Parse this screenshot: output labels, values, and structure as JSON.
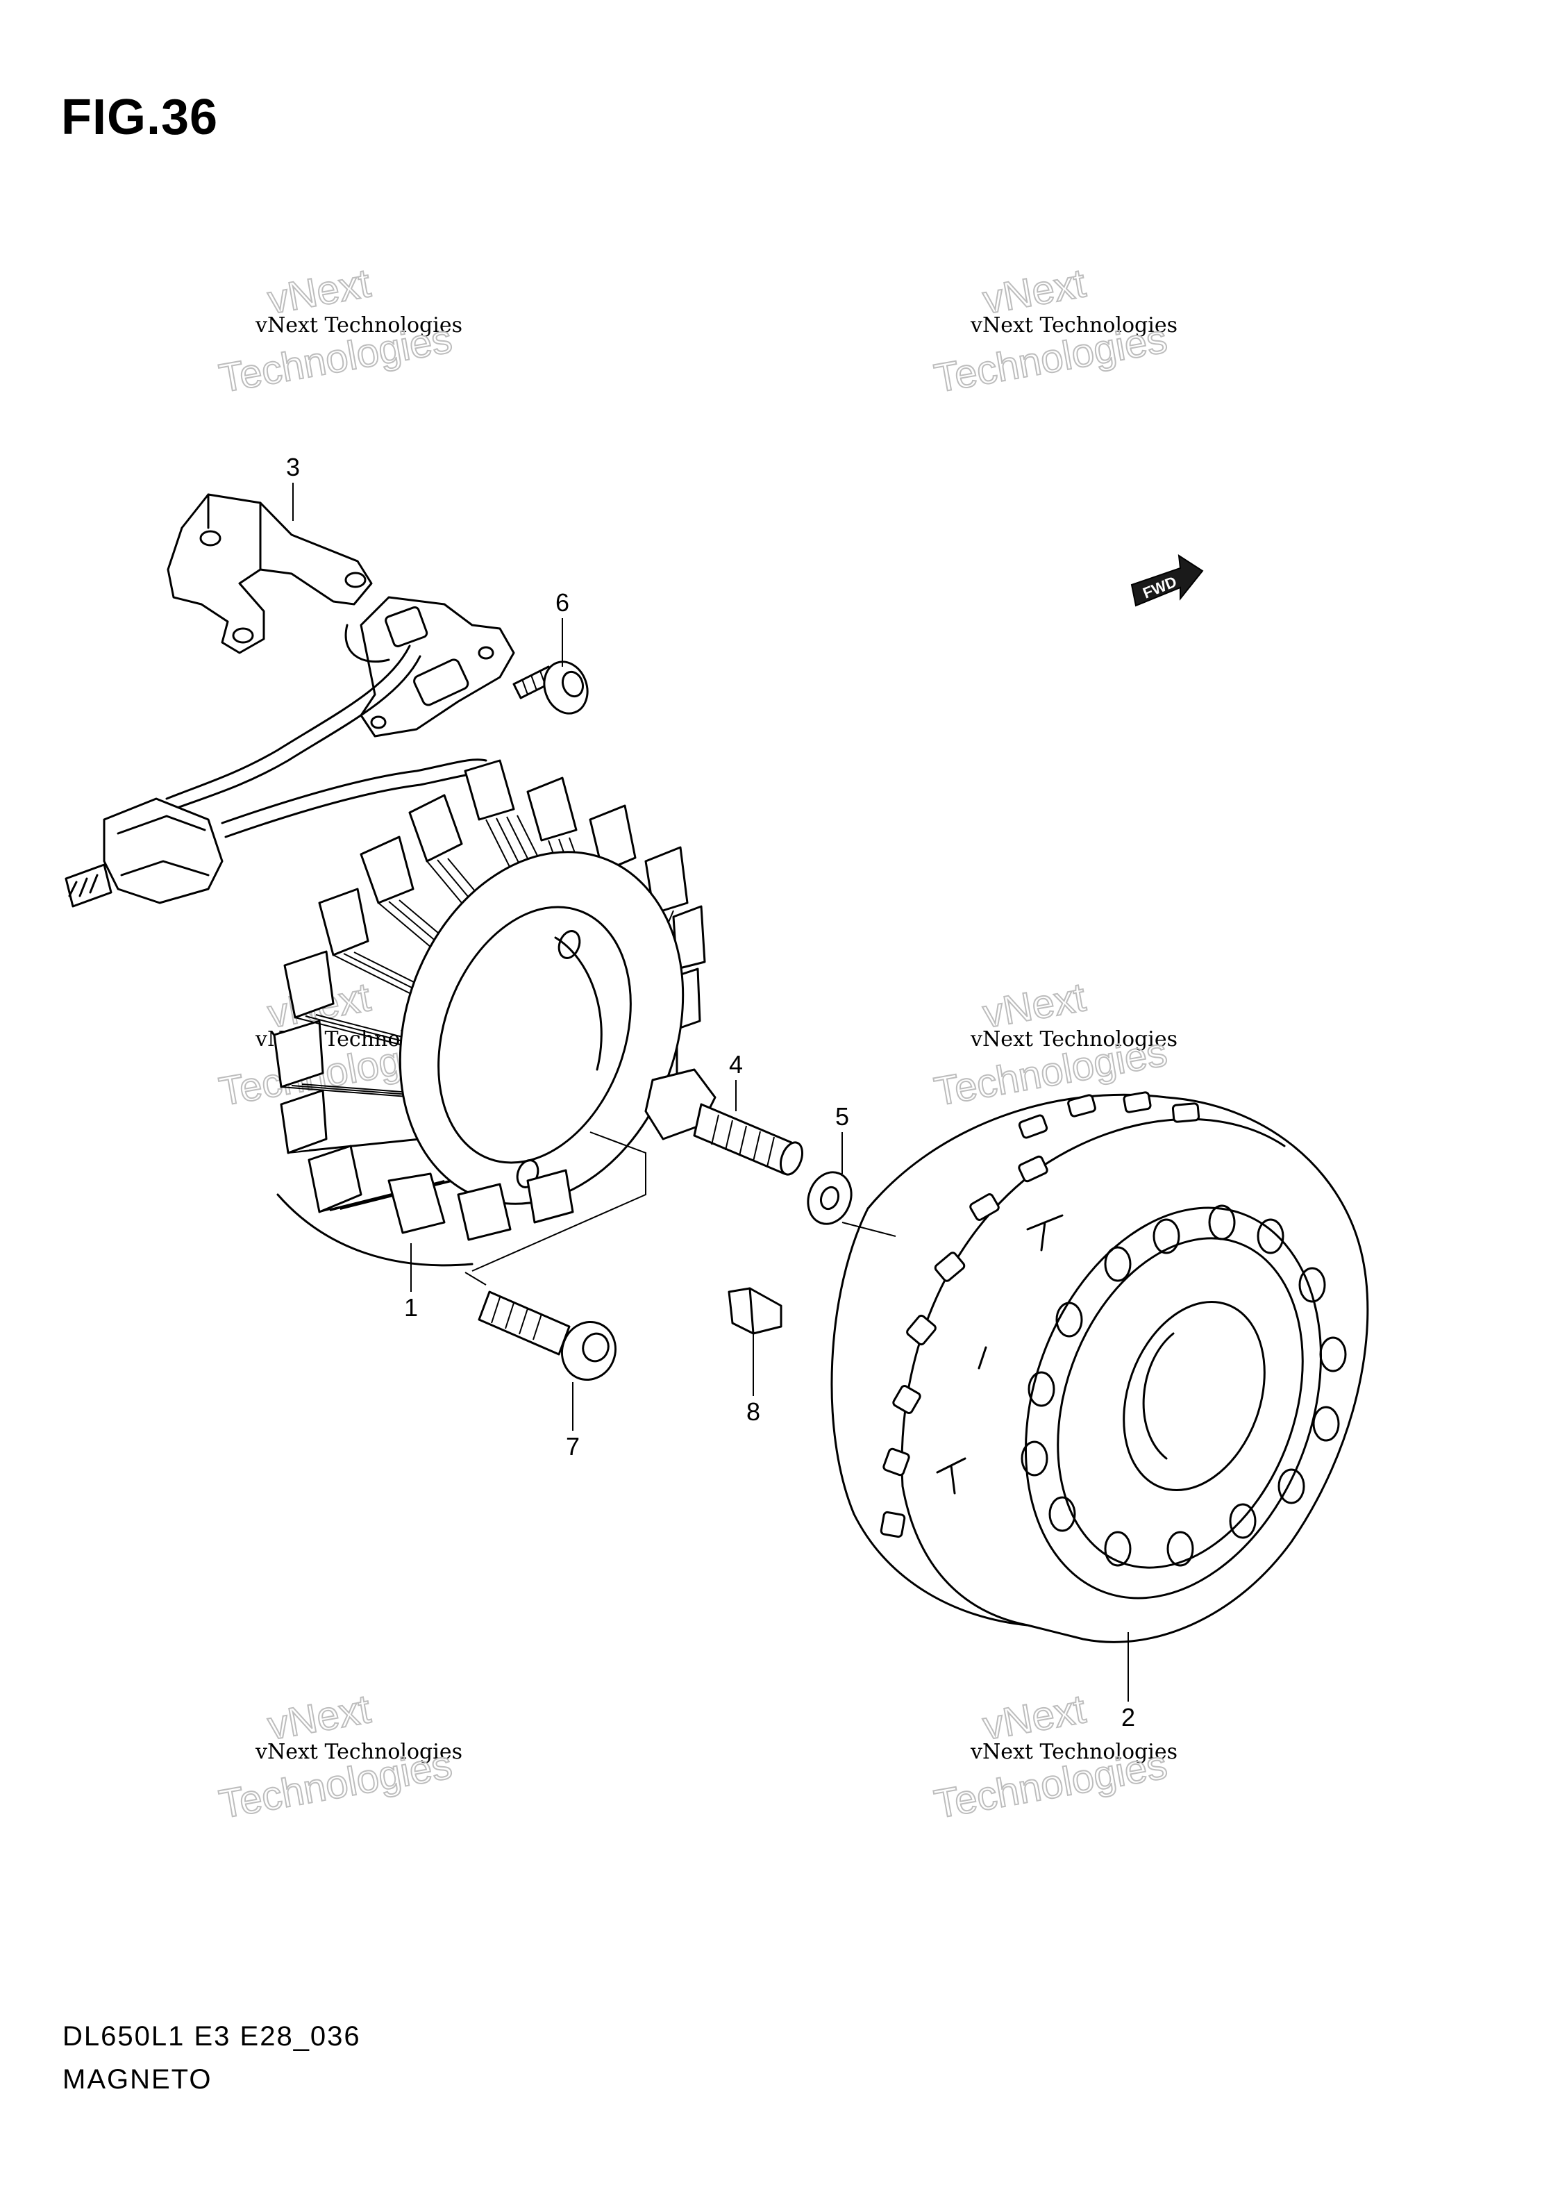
{
  "figure": {
    "title": "FIG.36",
    "code": "DL650L1 E3 E28_036",
    "name": "MAGNETO"
  },
  "direction_badge": "FWD",
  "watermark": {
    "line_small": "vNext Technologies",
    "line_big_1": "vNext",
    "line_big_2": "Technologies"
  },
  "callouts": [
    "1",
    "2",
    "3",
    "4",
    "5",
    "6",
    "7",
    "8"
  ]
}
